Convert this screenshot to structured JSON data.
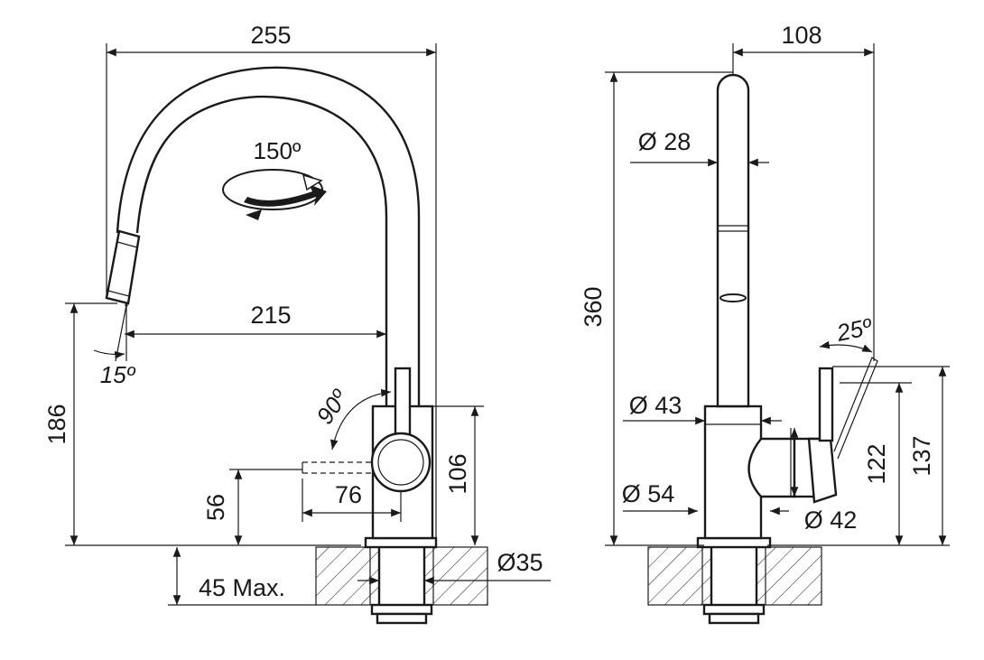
{
  "side_view": {
    "dim_total_width": "255",
    "dim_rotation": "150º",
    "dim_spout_reach": "215",
    "dim_spray_angle": "15º",
    "dim_lever_angle": "90º",
    "dim_total_height": "186",
    "dim_lever_length": "76",
    "dim_body_height": "106",
    "dim_lever_height": "56",
    "dim_max_thickness": "45 Max.",
    "dim_hole_diameter": "Ø35"
  },
  "front_view": {
    "dim_width": "108",
    "dim_spout_diameter": "Ø 28",
    "dim_total_height": "360",
    "dim_lever_angle": "25º",
    "dim_body_diameter": "Ø 43",
    "dim_lever_height_low": "122",
    "dim_lever_height_high": "137",
    "dim_base_diameter": "Ø 54",
    "dim_lever_diameter": "Ø 42"
  }
}
